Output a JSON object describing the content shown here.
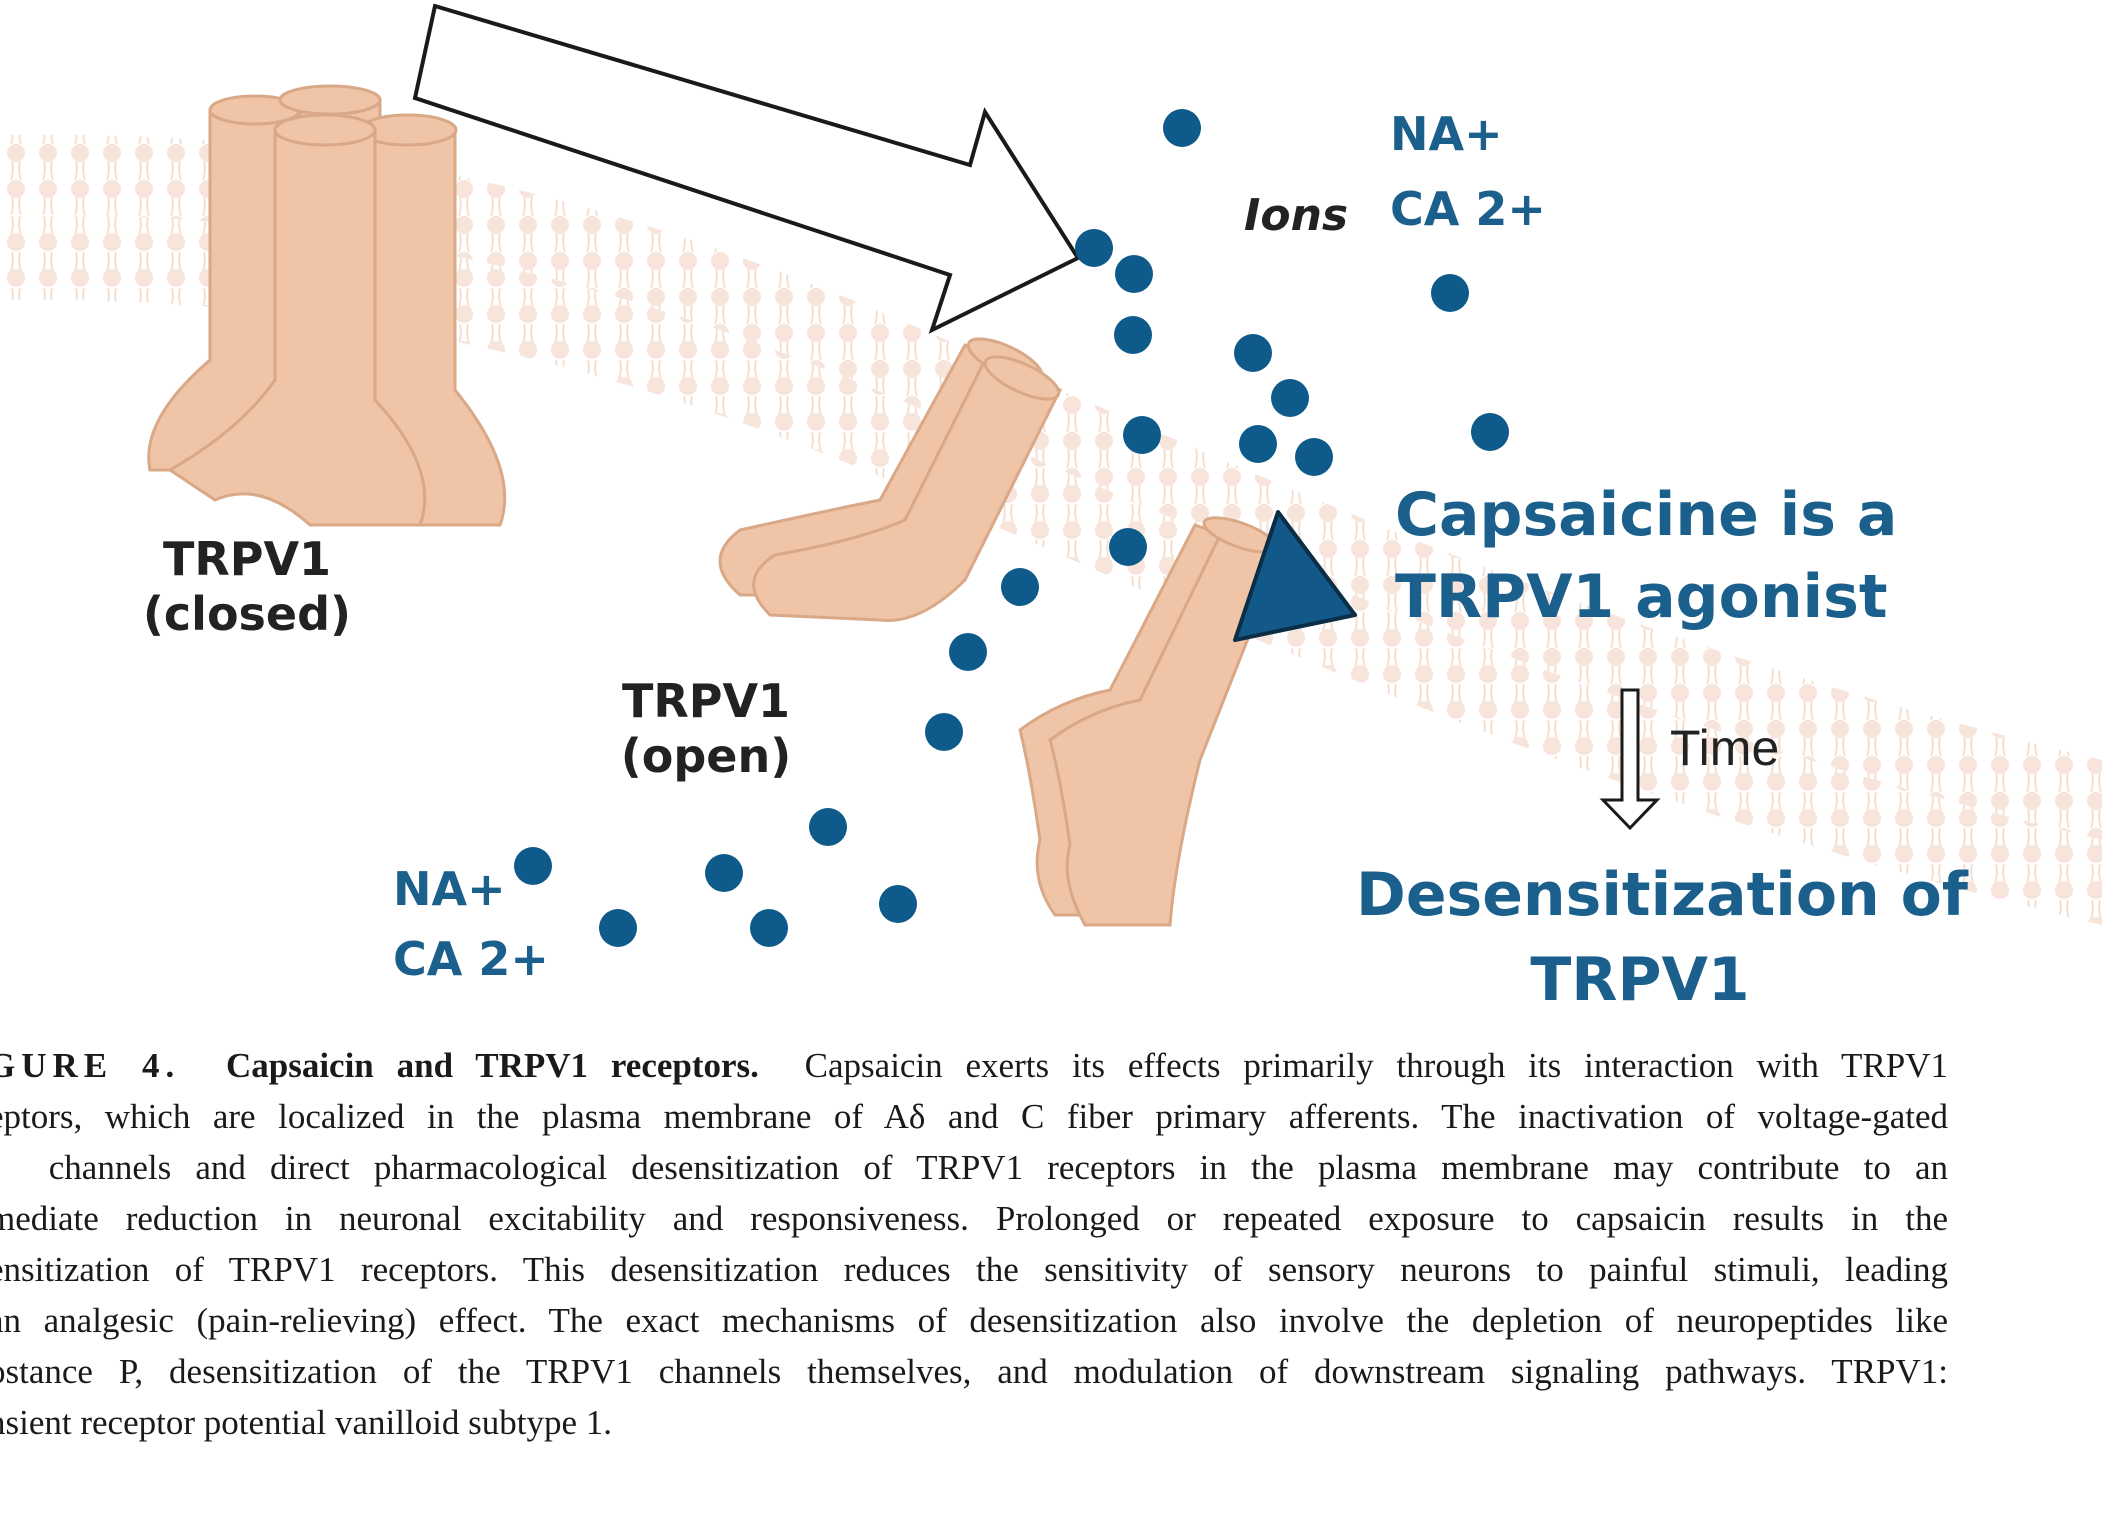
{
  "diagram": {
    "colors": {
      "channel_fill": "#f0c4a6",
      "channel_stroke": "#d9a887",
      "membrane": "#f7e2d6",
      "ion": "#0e5a8a",
      "label_blue": "#1b5f8c",
      "label_dark": "#222222"
    },
    "labels": {
      "closed_channel": [
        "TRPV1",
        "(closed)"
      ],
      "open_channel": [
        "TRPV1",
        "(open)"
      ],
      "ions_word": "Ions",
      "ions_top": [
        "NA+",
        "CA 2+"
      ],
      "ions_bottom": [
        "NA+",
        "CA 2+"
      ],
      "agonist": [
        "Capsaicine is a",
        "TRPV1 agonist"
      ],
      "time": "Time",
      "desensitization": [
        "Desensitization of",
        "TRPV1"
      ]
    },
    "icons": [
      "big-hollow-arrow-icon",
      "down-arrow-icon",
      "capsaicin-triangle-icon",
      "ion-dot-icon"
    ]
  },
  "caption": {
    "figure_label": "GURE 4.",
    "title": "Capsaicin and TRPV1 receptors.",
    "line1": "Capsaicin exerts its effects primarily through its interaction with TRPV1",
    "line2": "eptors, which are localized in the plasma membrane of Aδ and C fiber primary afferents.  The inactivation of voltage-gated",
    "line3_sup": "+",
    "line3": "channels and direct pharmacological desensitization of TRPV1 receptors in the plasma membrane may contribute to an",
    "line4": "mediate reduction in neuronal excitability and responsiveness.  Prolonged or repeated exposure to capsaicin results in the",
    "line5": "ensitization of TRPV1 receptors.  This desensitization reduces the sensitivity of sensory neurons to painful stimuli, leading",
    "line6": "an analgesic (pain-relieving) effect. The exact mechanisms of desensitization also involve the depletion of neuropeptides like",
    "line7": "ostance P, desensitization of the TRPV1 channels themselves, and modulation of downstream signaling pathways.  TRPV1:",
    "line8": "nsient receptor potential vanilloid subtype 1."
  }
}
